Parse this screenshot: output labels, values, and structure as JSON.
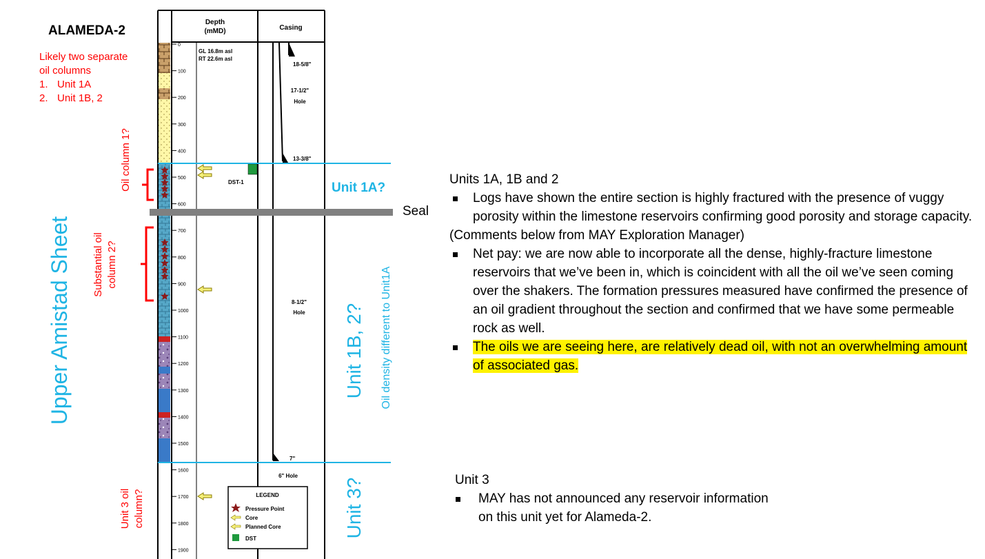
{
  "title": "ALAMEDA-2",
  "notes": {
    "line1": "Likely two separate",
    "line2": "oil columns",
    "items": [
      {
        "num": "1.",
        "text": "Unit 1A"
      },
      {
        "num": "2.",
        "text": "Unit 1B, 2"
      }
    ]
  },
  "left_labels": {
    "sheet": "Upper Amistad Sheet",
    "oil_col1": "Oil column 1?",
    "oil_col2_a": "Substantial oil",
    "oil_col2_b": "column 2?",
    "oil_col3_a": "Unit 3 oil",
    "oil_col3_b": "column?"
  },
  "log": {
    "depth_header_1": "Depth",
    "depth_header_2": "(mMD)",
    "casing_header": "Casing",
    "gl": "GL 16.8m asl",
    "rt": "RT 22.6m asl",
    "dst": "DST-1",
    "casing_labels": {
      "c1": "18-5/8\"",
      "h1a": "17-1/2\"",
      "h1b": "Hole",
      "c2": "13-3/8\"",
      "h2a": "8-1/2\"",
      "h2b": "Hole",
      "c3": "7\"",
      "h3": "6\" Hole"
    },
    "ticks": [
      "0",
      "100",
      "200",
      "300",
      "400",
      "500",
      "600",
      "700",
      "800",
      "900",
      "1000",
      "1100",
      "1200",
      "1300",
      "1400",
      "1500",
      "1600",
      "1700",
      "1800",
      "1900"
    ],
    "legend": {
      "title": "LEGEND",
      "items": [
        "Pressure Point",
        "Core",
        "Planned Core",
        "DST"
      ]
    }
  },
  "right_labels": {
    "unit1a": "Unit 1A?",
    "seal": "Seal",
    "unit1b2": "Unit 1B, 2?",
    "oil_density": "Oil density different to Unit1A",
    "unit3": "Unit 3?"
  },
  "text_panel": {
    "heading": "Units 1A, 1B and 2",
    "bullet1": "Logs have shown the entire section is highly fractured with the presence of vuggy porosity within the limestone reservoirs confirming good porosity and storage capacity.",
    "comment": "(Comments below from MAY Exploration Manager)",
    "bullet2": "Net pay: we are now able to incorporate all the dense, highly-fracture limestone reservoirs that we’ve been in, which is coincident with all the oil we’ve seen coming over the shakers. The formation pressures measured have confirmed the presence of an oil gradient throughout the section and confirmed that we have some permeable rock as well.",
    "bullet3": "The oils we are seeing here, are relatively dead oil, with not an overwhelming amount of associated gas."
  },
  "unit3_panel": {
    "heading": "Unit 3",
    "bullet": "MAY has not announced any reservoir information on this unit yet for Alameda-2."
  },
  "colors": {
    "red": "#ff0000",
    "cyan": "#1fb4e4",
    "highlight": "#fff200",
    "seal": "#808080"
  }
}
